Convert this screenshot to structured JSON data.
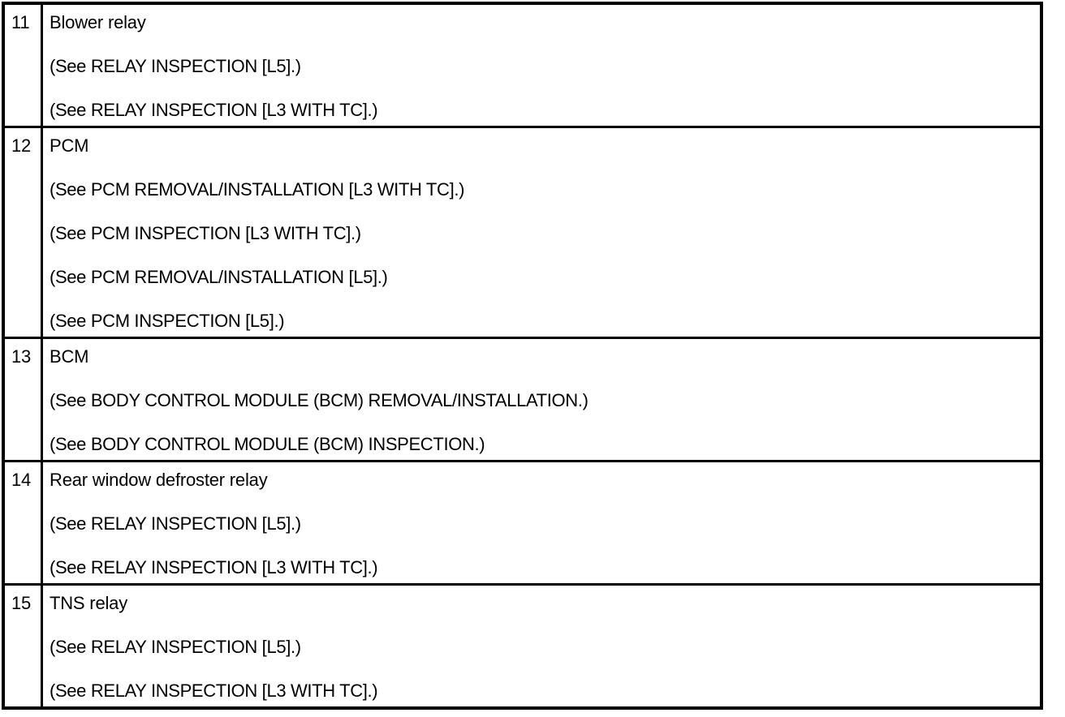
{
  "document": {
    "type": "wiring-diagram-component-legend",
    "table": {
      "columns": [
        "item-number",
        "component-description"
      ],
      "rows": [
        {
          "number": "11",
          "title": "Blower relay",
          "references": [
            "(See RELAY INSPECTION [L5].)",
            "(See RELAY INSPECTION [L3 WITH TC].)"
          ]
        },
        {
          "number": "12",
          "title": "PCM",
          "references": [
            "(See PCM REMOVAL/INSTALLATION [L3 WITH TC].)",
            "(See PCM INSPECTION [L3 WITH TC].)",
            "(See PCM REMOVAL/INSTALLATION [L5].)",
            "(See PCM INSPECTION [L5].)"
          ]
        },
        {
          "number": "13",
          "title": "BCM",
          "references": [
            "(See BODY CONTROL MODULE (BCM) REMOVAL/INSTALLATION.)",
            "(See BODY CONTROL MODULE (BCM) INSPECTION.)"
          ]
        },
        {
          "number": "14",
          "title": "Rear window defroster relay",
          "references": [
            "(See RELAY INSPECTION [L5].)",
            "(See RELAY INSPECTION [L3 WITH TC].)"
          ]
        },
        {
          "number": "15",
          "title": "TNS relay",
          "references": [
            "(See RELAY INSPECTION [L5].)",
            "(See RELAY INSPECTION [L3 WITH TC].)"
          ]
        }
      ]
    }
  },
  "colors": {
    "ink": "#000000",
    "paper": "#ffffff"
  }
}
